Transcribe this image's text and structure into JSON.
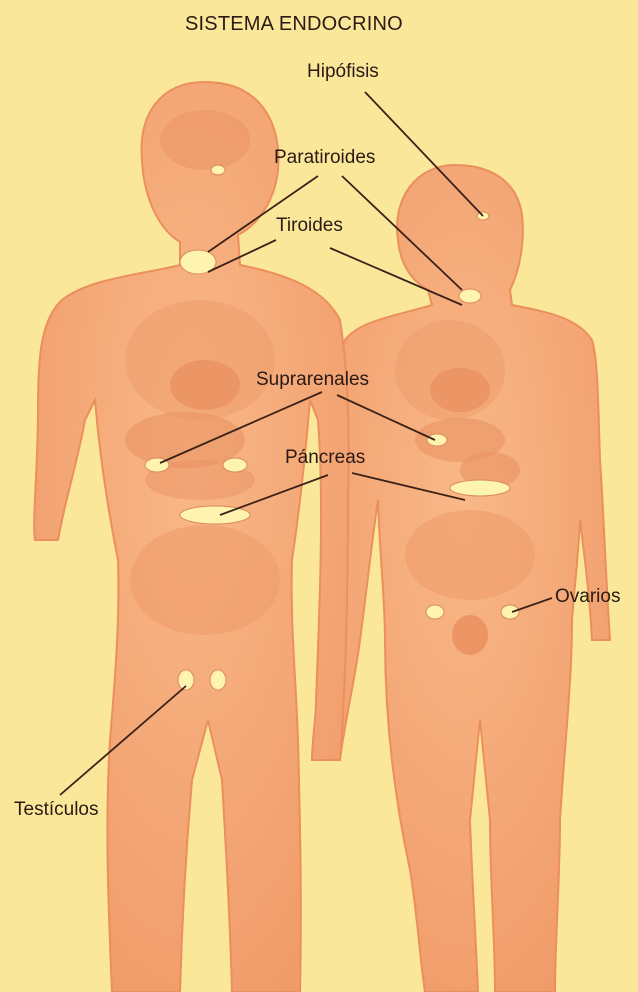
{
  "title": "SISTEMA ENDOCRINO",
  "labels": {
    "hipofisis": "Hipófisis",
    "paratiroides": "Paratiroides",
    "tiroides": "Tiroides",
    "suprarrenales": "Suprarenales",
    "pancreas": "Páncreas",
    "ovarios": "Ovarios",
    "testiculos": "Testículos"
  },
  "colors": {
    "background": "#fbe79a",
    "body": "#f6ab78",
    "organ": "#ee9a6b",
    "gland": "#fff3b0",
    "line": "#3a2218"
  }
}
